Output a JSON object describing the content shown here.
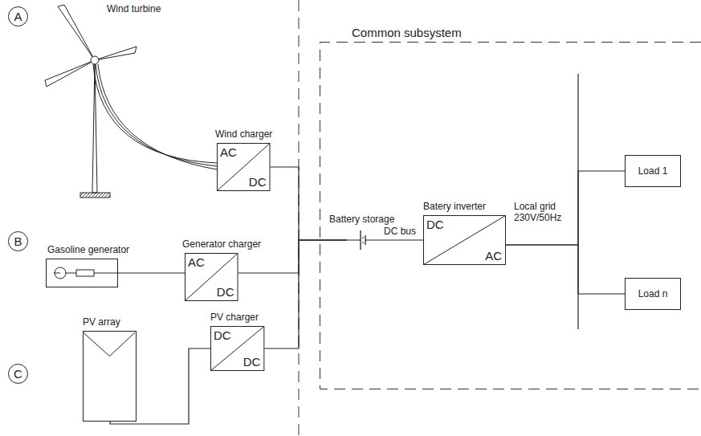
{
  "diagram": {
    "nodes": [
      {
        "text": [
          "A"
        ]
      },
      {
        "text": [
          "Wind charger",
          "AC",
          "DC"
        ]
      },
      {
        "text": [
          "Common subsystem"
        ]
      },
      {
        "text": [
          "Battery storage"
        ],
        "in": 2
      },
      {
        "text": [
          "Batery inverter",
          "DC",
          "AC"
        ],
        "in": 2
      },
      {
        "text": [
          "Load 1"
        ],
        "in": 2
      },
      {
        "text": [
          "Load n"
        ],
        "in": 2
      },
      {
        "text": [
          "B"
        ]
      },
      {
        "text": [
          "Gasoline generator"
        ]
      },
      {
        "text": [
          "Generator charger",
          "AC",
          "DC"
        ]
      },
      {
        "text": [
          "C"
        ]
      },
      {
        "text": [
          "PV array"
        ]
      },
      {
        "text": [
          "PV charger",
          "DC",
          "DC"
        ]
      }
    ],
    "edges": [
      {
        "from": 1,
        "to": 3,
        "arrow": "none"
      },
      {
        "from": 9,
        "to": 3,
        "arrow": "none"
      },
      {
        "from": 12,
        "to": 3,
        "arrow": "none"
      },
      {
        "from": 3,
        "to": 4,
        "label": "DC bus",
        "arrow": "none"
      },
      {
        "from": 4,
        "to": 5,
        "arrow": "none"
      },
      {
        "from": 4,
        "to": 6,
        "arrow": "none"
      },
      {
        "from": 8,
        "to": 9,
        "arrow": "none"
      },
      {
        "from": 11,
        "to": 12,
        "arrow": "none"
      }
    ],
    "labels": [
      "Wind turbine",
      "Local grid 230V/50Hz"
    ]
  }
}
